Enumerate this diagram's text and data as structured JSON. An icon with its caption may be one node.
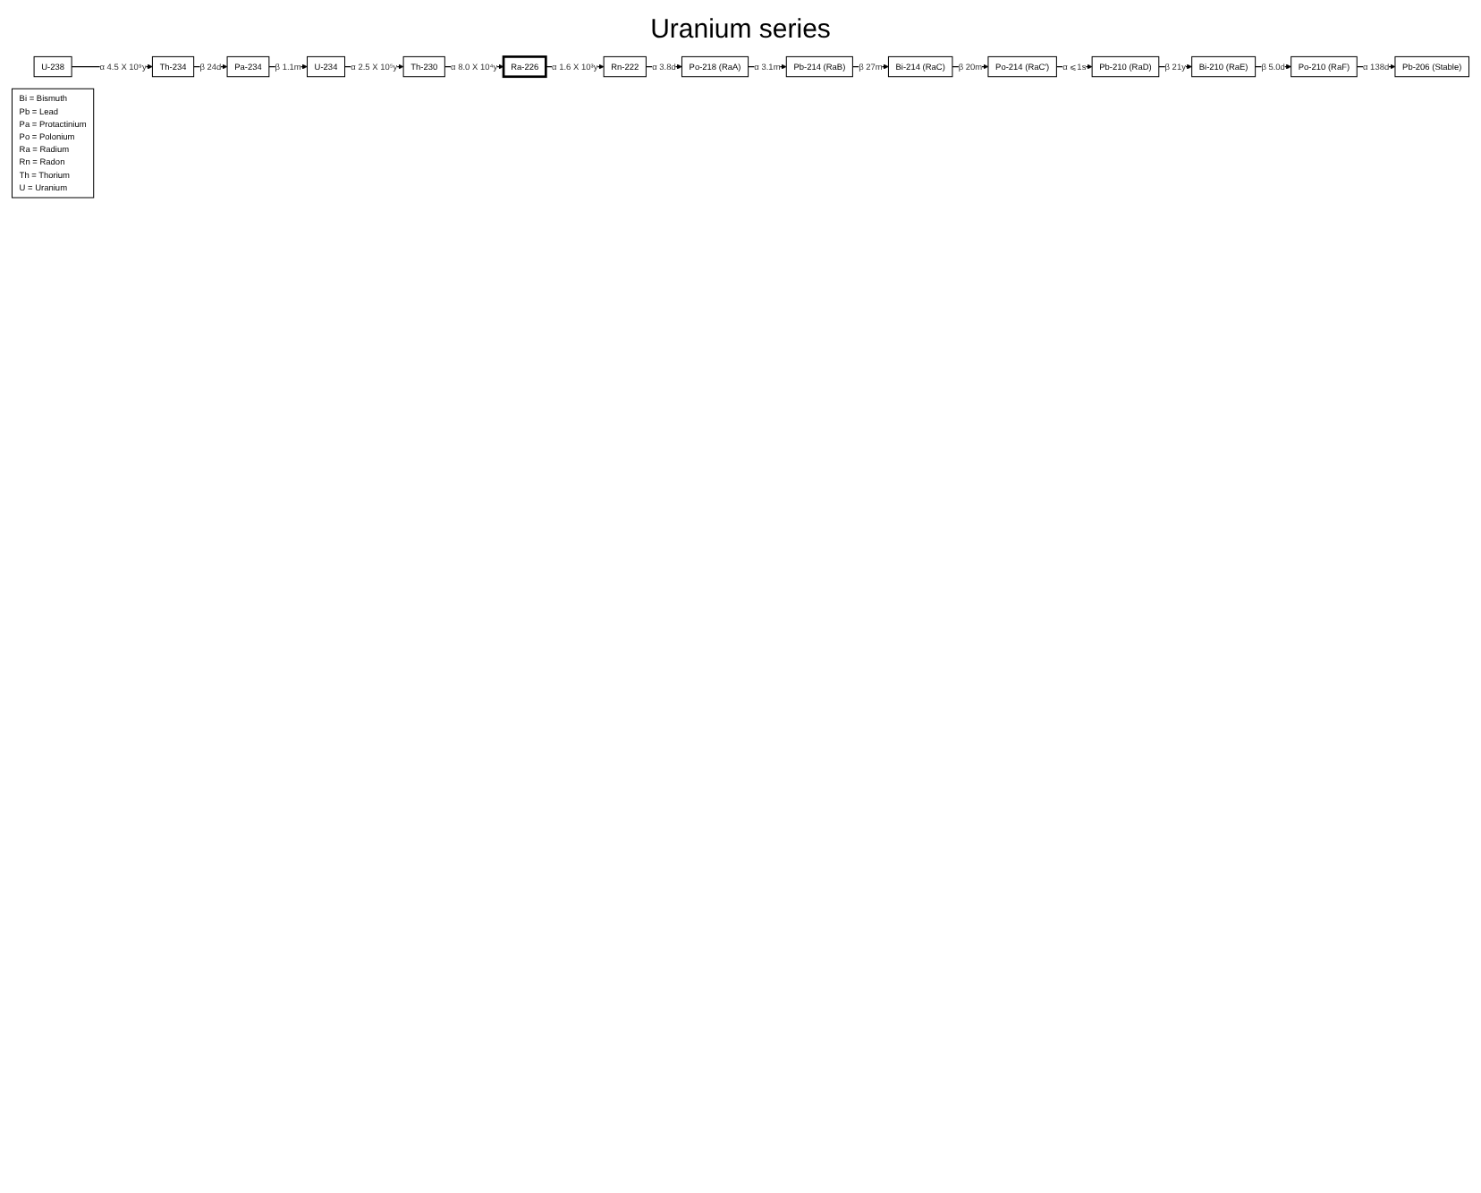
{
  "diagram": {
    "title": "Uranium series",
    "nodes": [
      {
        "text": [
          "U-238"
        ]
      },
      {
        "text": [
          "Th-234"
        ]
      },
      {
        "text": [
          "Pa-234"
        ]
      },
      {
        "text": [
          "U-234"
        ]
      },
      {
        "text": [
          "Th-230"
        ]
      },
      {
        "text": [
          "Ra-226"
        ]
      },
      {
        "text": [
          "Rn-222"
        ]
      },
      {
        "text": [
          "Po-218 (RaA)"
        ]
      },
      {
        "text": [
          "Pb-214 (RaB)"
        ]
      },
      {
        "text": [
          "Bi-214 (RaC)"
        ]
      },
      {
        "text": [
          "Po-214 (RaC′)"
        ]
      },
      {
        "text": [
          "Pb-210 (RaD)"
        ]
      },
      {
        "text": [
          "Bi-210 (RaE)"
        ]
      },
      {
        "text": [
          "Po-210 (RaF)"
        ]
      },
      {
        "text": [
          "Pb-206 (Stable)"
        ]
      },
      {
        "text": [
          "Bi = Bismuth",
          "Pb = Lead",
          "Pa = Protactinium",
          "Po = Polonium",
          "Ra = Radium",
          "Rn = Radon",
          "Th = Thorium",
          "U = Uranium"
        ]
      }
    ],
    "edges": [
      {
        "from": 0,
        "to": 1,
        "arrow": "to",
        "label": "α 4.5 X 10⁹y"
      },
      {
        "from": 1,
        "to": 2,
        "arrow": "to",
        "label": "β 24d"
      },
      {
        "from": 2,
        "to": 3,
        "arrow": "to",
        "label": "β 1.1m"
      },
      {
        "from": 3,
        "to": 4,
        "arrow": "to",
        "label": "α 2.5 X 10⁵y"
      },
      {
        "from": 4,
        "to": 5,
        "arrow": "to",
        "label": "α 8.0 X 10⁴y"
      },
      {
        "from": 5,
        "to": 6,
        "arrow": "to",
        "label": "α 1.6 X 10³y"
      },
      {
        "from": 6,
        "to": 7,
        "arrow": "to",
        "label": "α 3.8d"
      },
      {
        "from": 7,
        "to": 8,
        "arrow": "to",
        "label": "α 3.1m"
      },
      {
        "from": 8,
        "to": 9,
        "arrow": "to",
        "label": "β 27m"
      },
      {
        "from": 9,
        "to": 10,
        "arrow": "to",
        "label": "β 20m"
      },
      {
        "from": 10,
        "to": 11,
        "arrow": "to",
        "label": "α ⩽1s"
      },
      {
        "from": 11,
        "to": 12,
        "arrow": "to",
        "label": "β 21y"
      },
      {
        "from": 12,
        "to": 13,
        "arrow": "to",
        "label": "β 5.0d"
      },
      {
        "from": 13,
        "to": 14,
        "arrow": "to",
        "label": "α 138d"
      }
    ]
  }
}
